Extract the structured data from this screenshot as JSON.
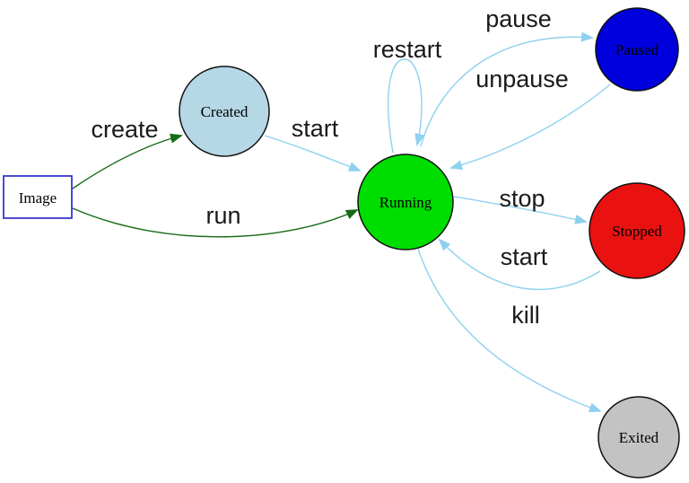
{
  "diagram": {
    "kind": "container-lifecycle-state-diagram",
    "colors": {
      "arrow_blue": "#8ed1ef",
      "arrow_green": "#156b15",
      "node_border": "#111111",
      "image_box_border": "#2b2bcc"
    },
    "nodes": {
      "image": {
        "label": "Image",
        "fill": "#ffffff",
        "border": "#2b2bcc",
        "shape": "rectangle"
      },
      "created": {
        "label": "Created",
        "fill": "#b5d7e6",
        "shape": "circle"
      },
      "running": {
        "label": "Running",
        "fill": "#00dd00",
        "shape": "circle"
      },
      "paused": {
        "label": "Paused",
        "fill": "#0000dd",
        "shape": "circle"
      },
      "stopped": {
        "label": "Stopped",
        "fill": "#ea1111",
        "shape": "circle"
      },
      "exited": {
        "label": "Exited",
        "fill": "#c3c3c3",
        "shape": "circle"
      }
    },
    "edges": {
      "create": {
        "label": "create",
        "from": "image",
        "to": "created",
        "color": "#156b15"
      },
      "run": {
        "label": "run",
        "from": "image",
        "to": "running",
        "color": "#156b15"
      },
      "start_created": {
        "label": "start",
        "from": "created",
        "to": "running",
        "color": "#8ed1ef"
      },
      "restart": {
        "label": "restart",
        "from": "running",
        "to": "running",
        "color": "#8ed1ef"
      },
      "pause": {
        "label": "pause",
        "from": "running",
        "to": "paused",
        "color": "#8ed1ef"
      },
      "unpause": {
        "label": "unpause",
        "from": "paused",
        "to": "running",
        "color": "#8ed1ef"
      },
      "stop": {
        "label": "stop",
        "from": "running",
        "to": "stopped",
        "color": "#8ed1ef"
      },
      "start_stopped": {
        "label": "start",
        "from": "stopped",
        "to": "running",
        "color": "#8ed1ef"
      },
      "kill": {
        "label": "kill",
        "from": "running",
        "to": "exited",
        "color": "#8ed1ef"
      }
    }
  }
}
